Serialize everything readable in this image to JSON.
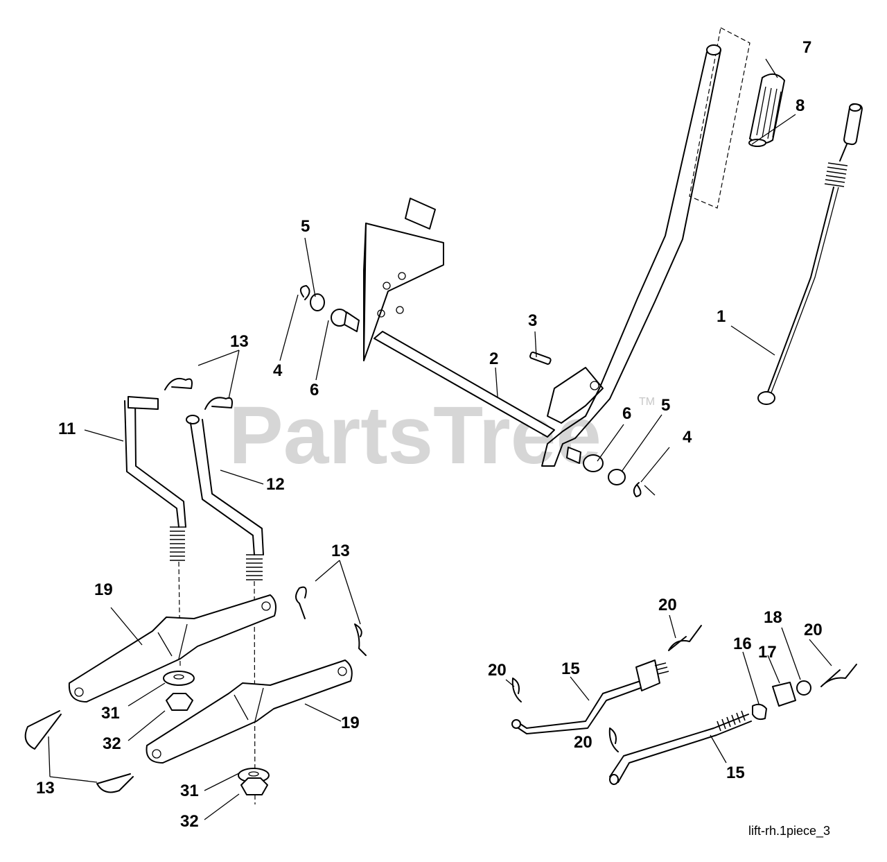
{
  "watermark": {
    "text": "PartsTree",
    "tm": "TM"
  },
  "diagram_id": "lift-rh.1piece_3",
  "callouts": {
    "c1": "1",
    "c2": "2",
    "c3": "3",
    "c4a": "4",
    "c4b": "4",
    "c5a": "5",
    "c5b": "5",
    "c6a": "6",
    "c6b": "6",
    "c7": "7",
    "c8": "8",
    "c11": "11",
    "c12": "12",
    "c13a": "13",
    "c13b": "13",
    "c13c": "13",
    "c15a": "15",
    "c15b": "15",
    "c16": "16",
    "c17": "17",
    "c18": "18",
    "c19a": "19",
    "c19b": "19",
    "c20a": "20",
    "c20b": "20",
    "c20c": "20",
    "c20d": "20",
    "c31a": "31",
    "c31b": "31",
    "c32a": "32",
    "c32b": "32"
  }
}
